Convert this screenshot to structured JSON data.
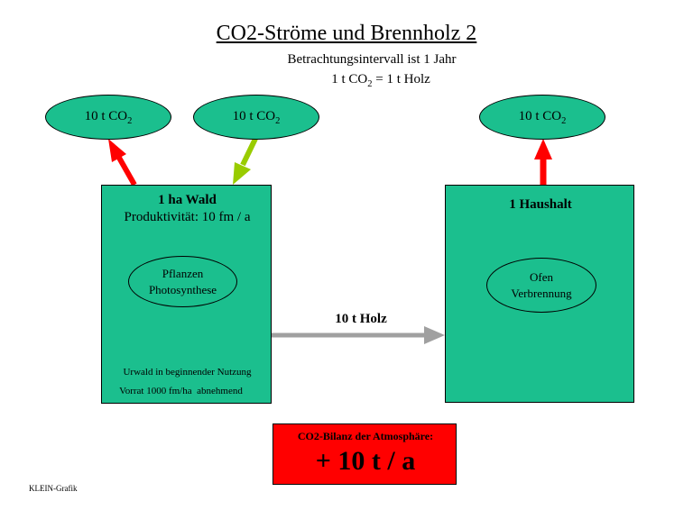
{
  "title": "CO2-Ströme und Brennholz 2",
  "subtitle": "Betrachtungsintervall ist 1 Jahr",
  "equation": {
    "prefix": "1 t CO",
    "sub": "2",
    "suffix": " = 1 t Holz"
  },
  "co2_ellipses": [
    {
      "prefix": "10 t CO",
      "sub": "2"
    },
    {
      "prefix": "10 t CO",
      "sub": "2"
    },
    {
      "prefix": "10 t CO",
      "sub": "2"
    }
  ],
  "wald": {
    "title": "1 ha Wald",
    "productivity": "Produktivität: 10 fm / a",
    "process": [
      "Pflanzen",
      "Photosynthese"
    ],
    "note1": "Urwald in beginnender Nutzung",
    "note2": "Vorrat 1000 fm/ha  abnehmend"
  },
  "haushalt": {
    "title": "1 Haushalt",
    "process": [
      "Ofen",
      "Verbrennung"
    ]
  },
  "flow_label": "10 t Holz",
  "bilanz": {
    "label": "CO2-Bilanz der Atmosphäre:",
    "value": "+ 10 t / a"
  },
  "credit": "KLEIN-Grafik",
  "colors": {
    "green_fill": "#1bbf8e",
    "emission_arrow": "#ff0000",
    "uptake_arrow": "#99cc00",
    "wood_arrow": "#a0a0a0",
    "bilanz_fill": "#ff0000"
  }
}
